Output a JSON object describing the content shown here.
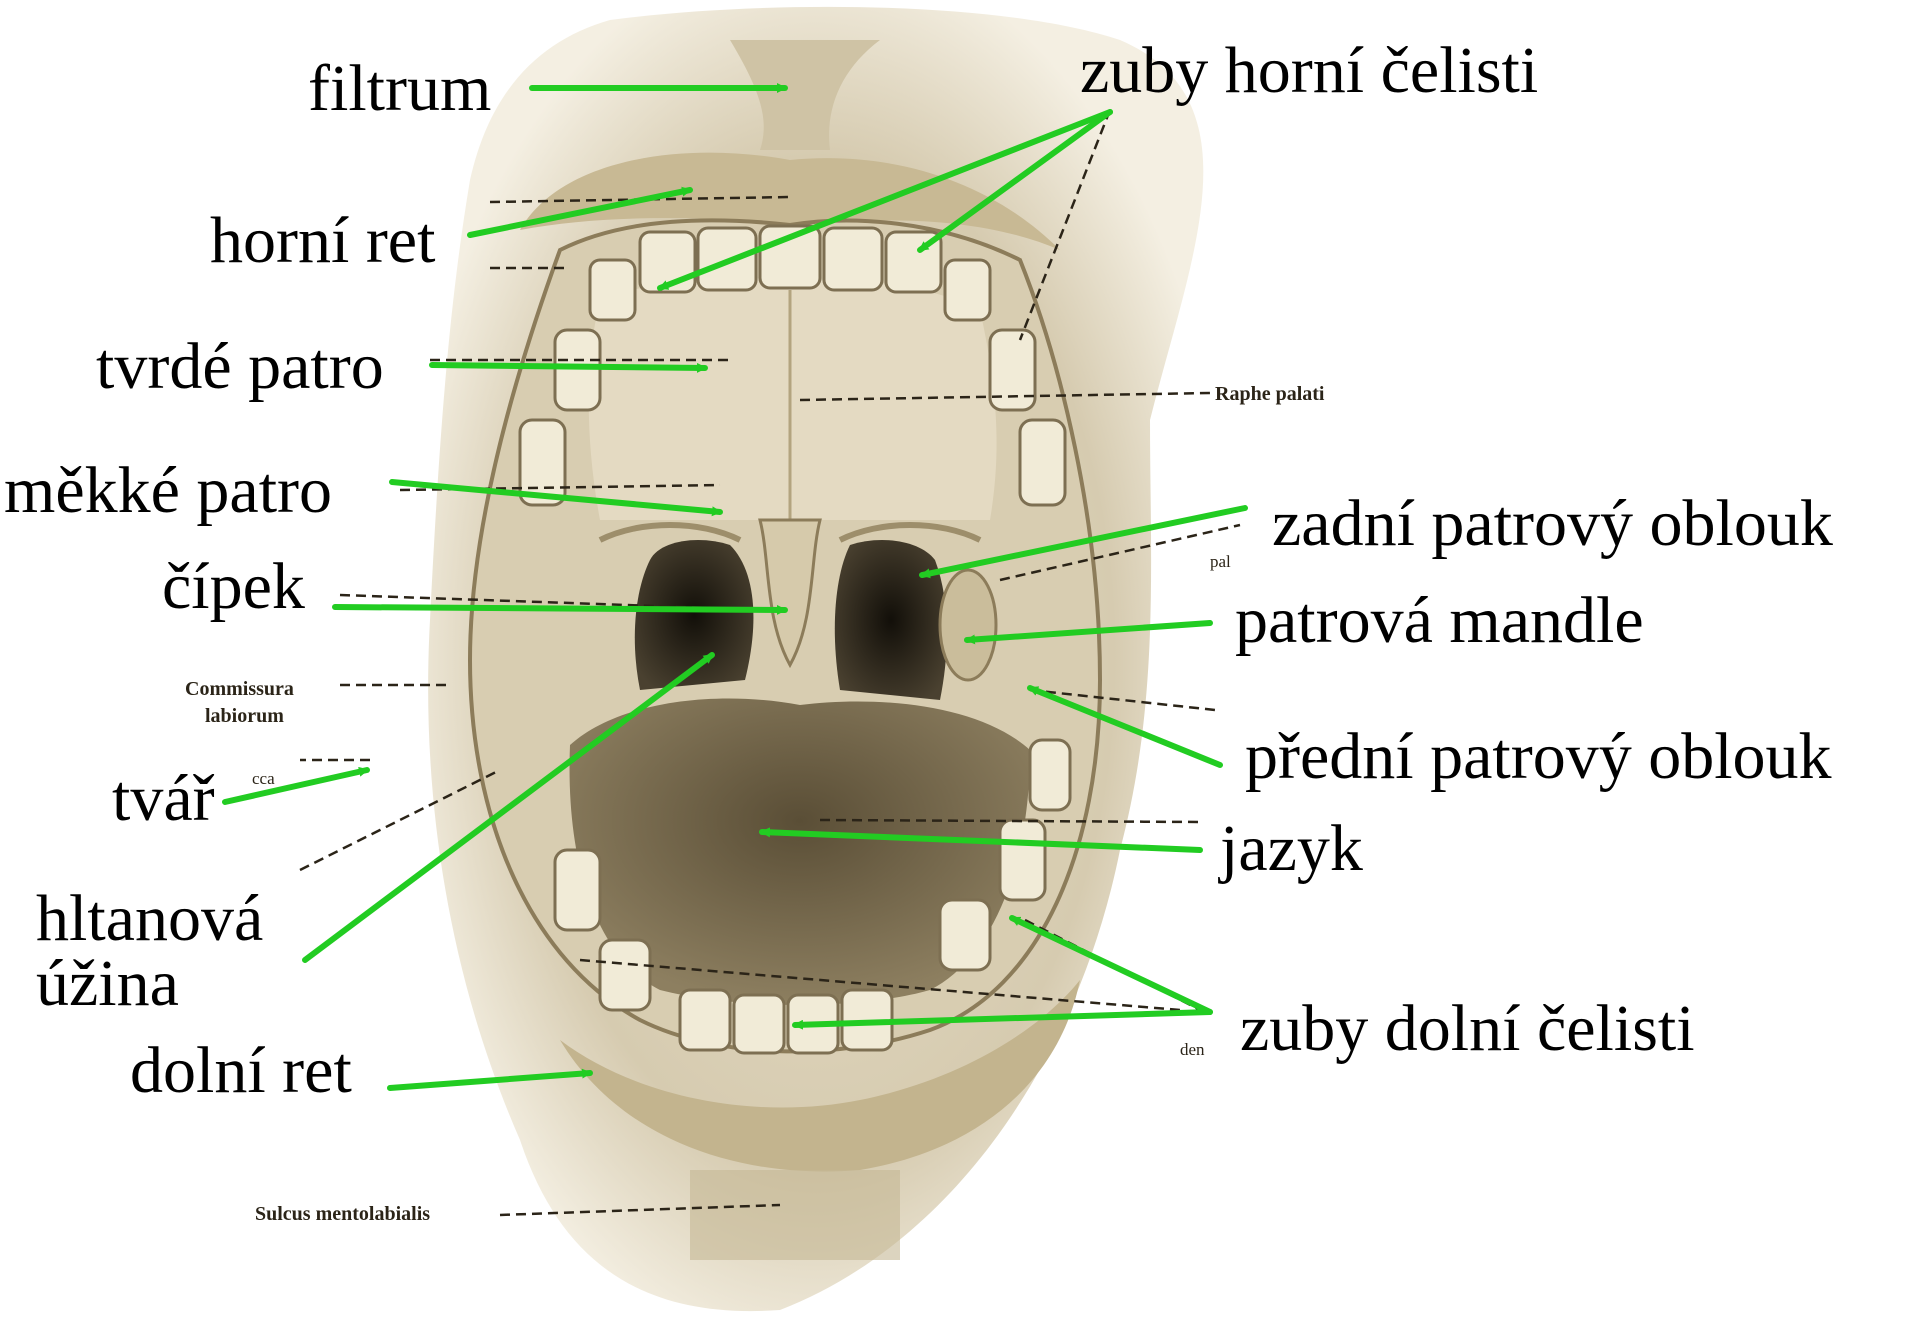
{
  "colors": {
    "arrow": "#22cc22",
    "skin": "#d9cfb6",
    "skin_dark": "#a89776",
    "tissue": "#e6dcc3",
    "throat": "#2b2417",
    "tongue": "#6e6248",
    "teeth": "#f1ebd7"
  },
  "labels": {
    "filtrum": "filtrum",
    "horni_ret": "horní ret",
    "tvrde_patro": "tvrdé patro",
    "mekke_patro": "měkké patro",
    "cipek": "čípek",
    "tvar": "tvář",
    "hltanova_uzina_1": "hltanová",
    "hltanova_uzina_2": "úžina",
    "dolni_ret": "dolní ret",
    "zuby_horni": "zuby horní čelisti",
    "zadni_oblouk": "zadní patrový oblouk",
    "patrova_mandle": "patrová mandle",
    "predni_oblouk": "přední patrový oblouk",
    "jazyk": "jazyk",
    "zuby_dolni": "zuby dolní čelisti"
  },
  "original_labels": {
    "raphe": "Raphe palati",
    "commissura_1": "Commissura",
    "commissura_2": "labiorum",
    "sulcus": "Sulcus mentolabialis",
    "den": "den",
    "pal": "pal",
    "cca": "cca"
  }
}
